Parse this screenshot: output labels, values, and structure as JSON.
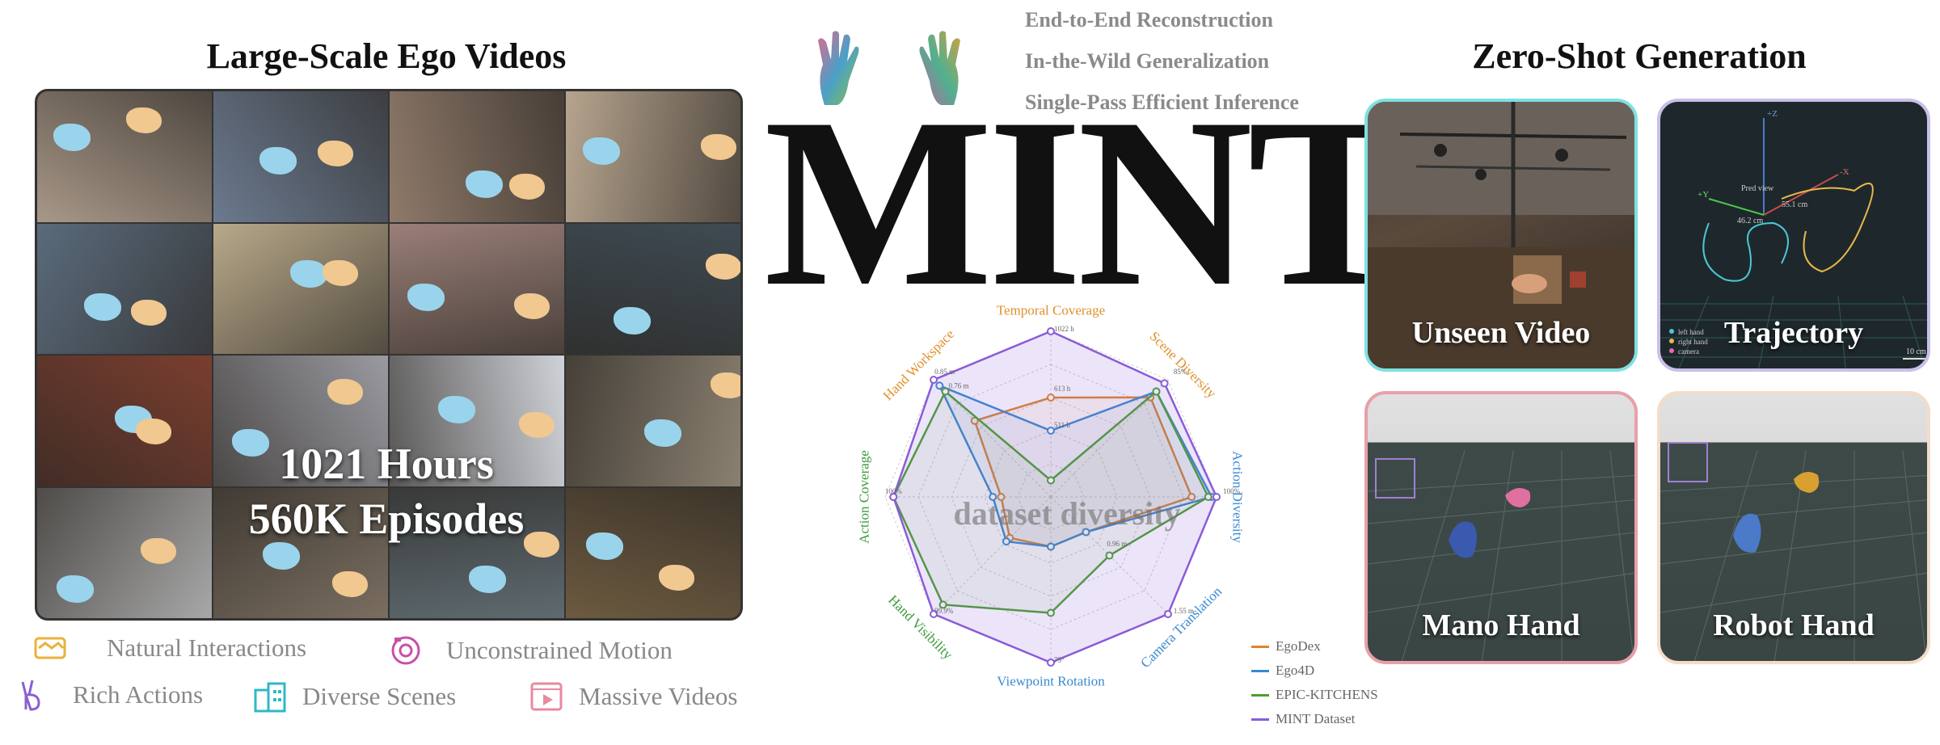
{
  "left": {
    "heading": "Large-Scale Ego Videos",
    "overlay_line1": "1021 Hours",
    "overlay_line2": "560K Episodes",
    "tile_colors": [
      "#a89888",
      "#6b7a8f",
      "#8f7a6a",
      "#b6a48e",
      "#5a6b7c",
      "#b8a98a",
      "#9a7f78",
      "#3e4a52",
      "#7a3e2f",
      "#9a9aa0",
      "#cfd2d8",
      "#8a8070",
      "#a8a8a8",
      "#7a6e60",
      "#5e6a70",
      "#6c5a40"
    ],
    "features": [
      {
        "label": "Natural Interactions",
        "icon": "handshake-icon",
        "color": "#e8b23c"
      },
      {
        "label": "Unconstrained Motion",
        "icon": "camera-icon",
        "color": "#c94fa8"
      },
      {
        "label": "Rich Actions",
        "icon": "peace-hand-icon",
        "color": "#8a5fd0"
      },
      {
        "label": "Diverse Scenes",
        "icon": "buildings-icon",
        "color": "#2eb8c8"
      },
      {
        "label": "Massive Videos",
        "icon": "video-play-icon",
        "color": "#e88aa0"
      }
    ]
  },
  "center": {
    "title": "MINT",
    "claims": [
      "End-to-End Reconstruction",
      "In-the-Wild Generalization",
      "Single-Pass Efficient Inference"
    ],
    "watermark": "dataset diversity"
  },
  "chart_data": {
    "type": "radar",
    "axes": [
      {
        "label": "Temporal Coverage",
        "color": "#e0902a"
      },
      {
        "label": "Scene Diversity",
        "color": "#e0902a"
      },
      {
        "label": "Action Diversity",
        "color": "#3a8ad0"
      },
      {
        "label": "Camera Translation",
        "color": "#3a8ad0"
      },
      {
        "label": "Viewpoint Rotation",
        "color": "#3a8ad0"
      },
      {
        "label": "Hand Visibility",
        "color": "#3a9a3a"
      },
      {
        "label": "Action Coverage",
        "color": "#3a9a3a"
      },
      {
        "label": "Hand Workspace",
        "color": "#e0902a"
      }
    ],
    "tick_labels": [
      "1022 h",
      "613 h",
      "511 h",
      "85%",
      "100%",
      "1.55 m",
      "0.96 m",
      "75°",
      "99.9%",
      "100%",
      "0.85 m",
      "0.76 m"
    ],
    "rings": 5,
    "series": [
      {
        "name": "EgoDex",
        "color": "#e0842a",
        "values": [
          0.6,
          0.85,
          0.85,
          0.3,
          0.3,
          0.35,
          0.3,
          0.65
        ]
      },
      {
        "name": "Ego4D",
        "color": "#3a8ad0",
        "values": [
          0.4,
          0.9,
          0.97,
          0.3,
          0.3,
          0.38,
          0.35,
          0.95
        ]
      },
      {
        "name": "EPIC-KITCHENS",
        "color": "#4aa030",
        "values": [
          0.1,
          0.9,
          0.95,
          0.5,
          0.7,
          0.92,
          0.95,
          0.9
        ]
      },
      {
        "name": "MINT Dataset",
        "color": "#8a5cd8",
        "values": [
          1.0,
          0.97,
          1.0,
          1.0,
          1.0,
          1.0,
          0.95,
          1.0
        ]
      }
    ]
  },
  "right": {
    "heading": "Zero-Shot Generation",
    "panels": [
      {
        "label": "Unseen Video",
        "border": "#7fe0e0"
      },
      {
        "label": "Trajectory",
        "border": "#c8c0e8"
      },
      {
        "label": "Mano Hand",
        "border": "#e8a0a8"
      },
      {
        "label": "Robot Hand",
        "border": "#f4dcc8"
      }
    ],
    "traj_axes": {
      "z": "+Z",
      "x": "-X",
      "y": "+Y"
    },
    "traj_legend": [
      "left hand",
      "right hand",
      "camera"
    ],
    "traj_readouts": [
      "Pred view",
      "55.1 cm",
      "46.2 cm"
    ],
    "traj_scale": "10 cm"
  }
}
